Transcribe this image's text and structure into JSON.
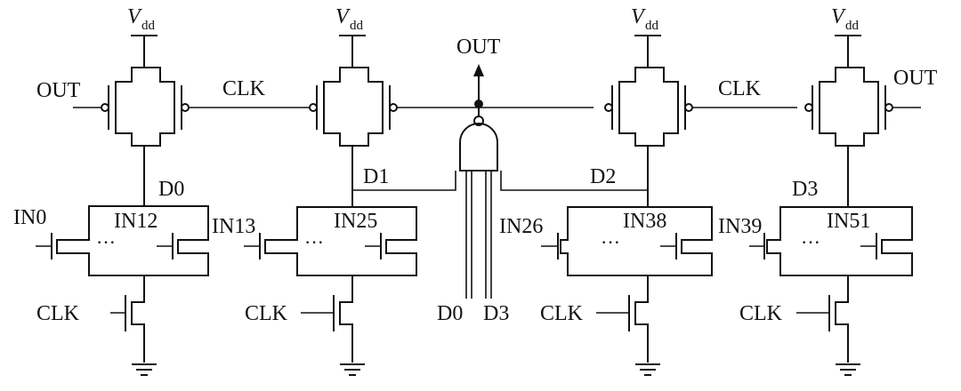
{
  "supply": {
    "symbol": "V",
    "subscript": "dd"
  },
  "clock": "CLK",
  "output": "OUT",
  "dots": "···",
  "nodes": [
    "D0",
    "D1",
    "D2",
    "D3"
  ],
  "stages": [
    {
      "left_input": "IN0",
      "inner_label": "IN12",
      "right_input": ""
    },
    {
      "left_input": "IN13",
      "inner_label": "IN25",
      "right_input": ""
    },
    {
      "left_input": "IN26",
      "inner_label": "IN38",
      "right_input": "IN39"
    },
    {
      "left_input": "",
      "inner_label": "IN51",
      "right_input": ""
    }
  ],
  "gate_inputs": [
    "D0",
    "D3"
  ]
}
